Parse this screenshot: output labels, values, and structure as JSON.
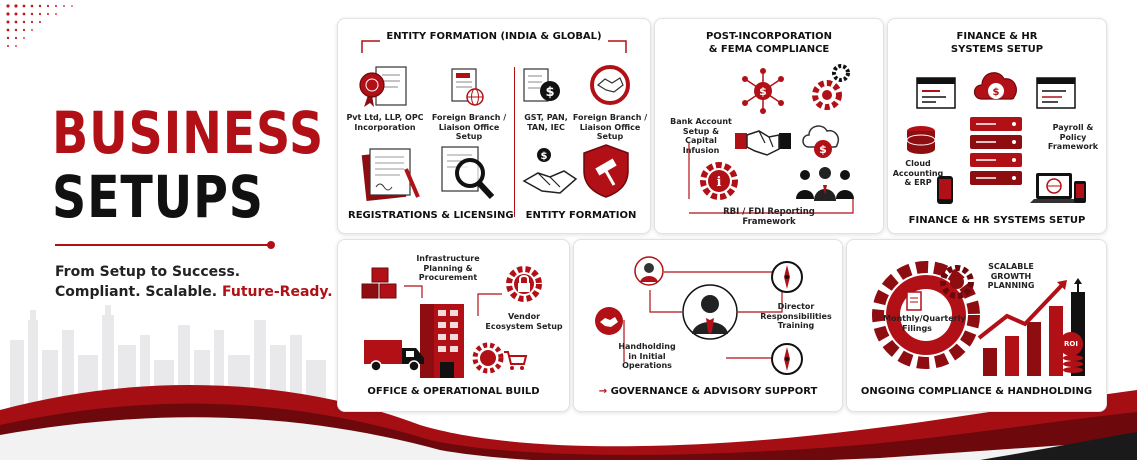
{
  "hero": {
    "title_line1": "BUSINESS",
    "title_line2": "SETUPS",
    "tagline_line1": "From Setup to Success.",
    "tagline_line2_dark": "Compliant. Scalable.",
    "tagline_line2_red": "Future-Ready."
  },
  "colors": {
    "accent": "#b11116",
    "dark": "#111111"
  },
  "cards": {
    "entity": {
      "header": "ENTITY FORMATION (INDIA & GLOBAL)",
      "label_pvt": "Pvt Ltd, LLP, OPC Incorporation",
      "label_branch_left": "Foreign Branch / Liaison Office Setup",
      "label_gst": "GST, PAN, TAN, IEC",
      "label_branch_right": "Foreign Branch / Liaison Office Setup",
      "footer_left": "REGISTRATIONS & LICENSING",
      "footer_right": "ENTITY FORMATION"
    },
    "fema": {
      "title_line1": "POST-INCORPORATION",
      "title_line2": "& FEMA COMPLIANCE",
      "label_bank": "Bank Account Setup & Capital Infusion",
      "label_rbi": "RBI / FDI Reporting Framework"
    },
    "finance": {
      "title_line1": "FINANCE & HR",
      "title_line2": "SYSTEMS SETUP",
      "label_payroll": "Payroll & Policy Framework",
      "label_cloud": "Cloud Accounting & ERP",
      "footer": "FINANCE & HR SYSTEMS SETUP"
    },
    "office": {
      "label_infra": "Infrastructure Planning & Procurement",
      "label_vendor": "Vendor Ecosystem Setup",
      "footer": "OFFICE & OPERATIONAL BUILD"
    },
    "governance": {
      "label_director": "Director Responsibilities Training",
      "label_handholding": "Handholding in Initial Operations",
      "footer": "GOVERNANCE & ADVISORY SUPPORT"
    },
    "ongoing": {
      "label_growth": "SCALABLE GROWTH PLANNING",
      "label_filings": "Monthly/Quarterly Filings",
      "roi_badge": "ROI",
      "footer": "ONGOING COMPLIANCE & HANDHOLDING"
    }
  },
  "icons": [
    "certificate-seal-icon",
    "document-globe-icon",
    "document-dollar-icon",
    "handshake-icon",
    "papers-icon",
    "magnifier-document-icon",
    "shield-gavel-icon",
    "network-dollar-icon",
    "gear-icon",
    "cloud-dollar-icon",
    "people-icon",
    "server-icon",
    "laptop-icon",
    "boxes-icon",
    "building-icon",
    "truck-icon",
    "person-icon",
    "compass-icon",
    "target-gear-icon",
    "bar-chart-icon"
  ]
}
